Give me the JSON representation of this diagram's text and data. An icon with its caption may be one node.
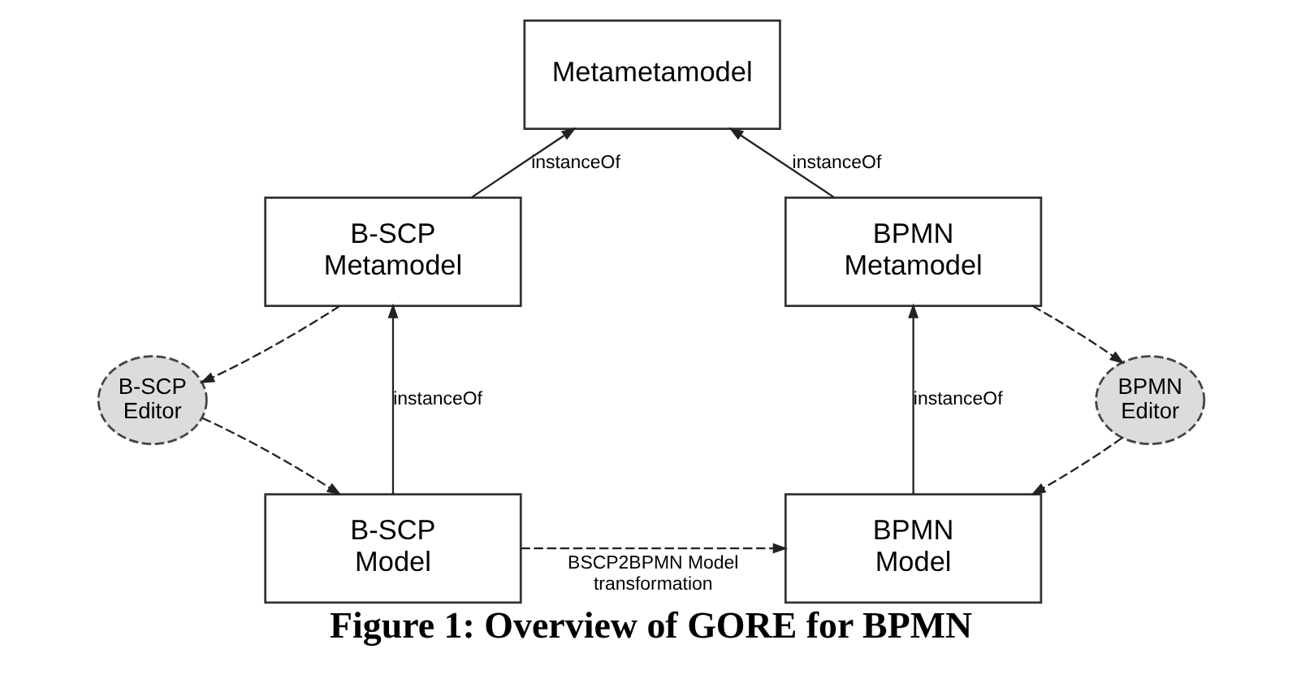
{
  "diagram": {
    "caption": "Figure 1: Overview of GORE for BPMN",
    "nodes": [
      {
        "text": [
          "Metametamodel"
        ]
      },
      {
        "text": [
          "B-SCP Metamodel"
        ]
      },
      {
        "text": [
          "BPMN Metamodel"
        ]
      },
      {
        "text": [
          "B-SCP Editor"
        ]
      },
      {
        "text": [
          "BPMN Editor"
        ]
      },
      {
        "text": [
          "B-SCP Model"
        ]
      },
      {
        "text": [
          "BPMN Model"
        ]
      }
    ],
    "edges": [
      {
        "from": 1,
        "to": 0,
        "arrow": "to",
        "label": "instanceOf"
      },
      {
        "from": 2,
        "to": 0,
        "arrow": "to",
        "label": "instanceOf"
      },
      {
        "from": 1,
        "to": 3,
        "arrow": "to",
        "style": "dashed"
      },
      {
        "from": 2,
        "to": 4,
        "arrow": "to",
        "style": "dashed"
      },
      {
        "from": 5,
        "to": 1,
        "arrow": "to",
        "label": "instanceOf"
      },
      {
        "from": 6,
        "to": 2,
        "arrow": "to",
        "label": "instanceOf"
      },
      {
        "from": 3,
        "to": 5,
        "arrow": "to",
        "style": "dashed"
      },
      {
        "from": 4,
        "to": 6,
        "arrow": "to",
        "style": "dashed"
      },
      {
        "from": 5,
        "to": 6,
        "arrow": "to",
        "style": "dashed",
        "label": "BSCP2BPMN Model transformation"
      }
    ]
  }
}
